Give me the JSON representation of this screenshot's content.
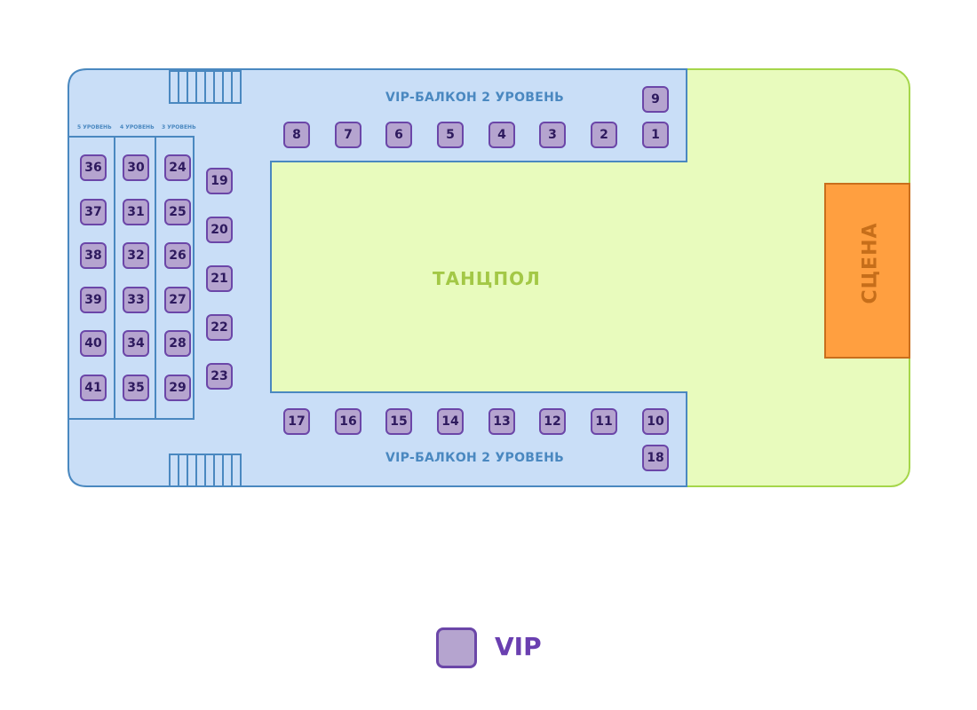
{
  "colors": {
    "balcony_fill": "#c9def7",
    "balcony_border": "#4a88c0",
    "dancefloor_fill": "#e8fbbd",
    "dancefloor_border": "#a5d64a",
    "stage_fill": "#ff9f40",
    "vip_fill": "#b5a4cf",
    "vip_border": "#6b46a8"
  },
  "zones": {
    "vip_balcony_top": "VIP-БАЛКОН 2 УРОВЕНЬ",
    "vip_balcony_bottom": "VIP-БАЛКОН 2 УРОВЕНЬ",
    "dancefloor": "ТАНЦПОЛ",
    "stage": "СЦЕНА",
    "level_5": "5 УРОВЕНЬ",
    "level_4": "4 УРОВЕНЬ",
    "level_3": "3 УРОВЕНЬ"
  },
  "tables": {
    "top_row": [
      "8",
      "7",
      "6",
      "5",
      "4",
      "3",
      "2",
      "1"
    ],
    "top_extra": "9",
    "bottom_row": [
      "17",
      "16",
      "15",
      "14",
      "13",
      "12",
      "11",
      "10"
    ],
    "bottom_extra": "18",
    "left_column": [
      "19",
      "20",
      "21",
      "22",
      "23"
    ],
    "level_3": [
      "24",
      "25",
      "26",
      "27",
      "28",
      "29"
    ],
    "level_4": [
      "30",
      "31",
      "32",
      "33",
      "34",
      "35"
    ],
    "level_5": [
      "36",
      "37",
      "38",
      "39",
      "40",
      "41"
    ]
  },
  "legend": {
    "vip_label": "VIP"
  }
}
